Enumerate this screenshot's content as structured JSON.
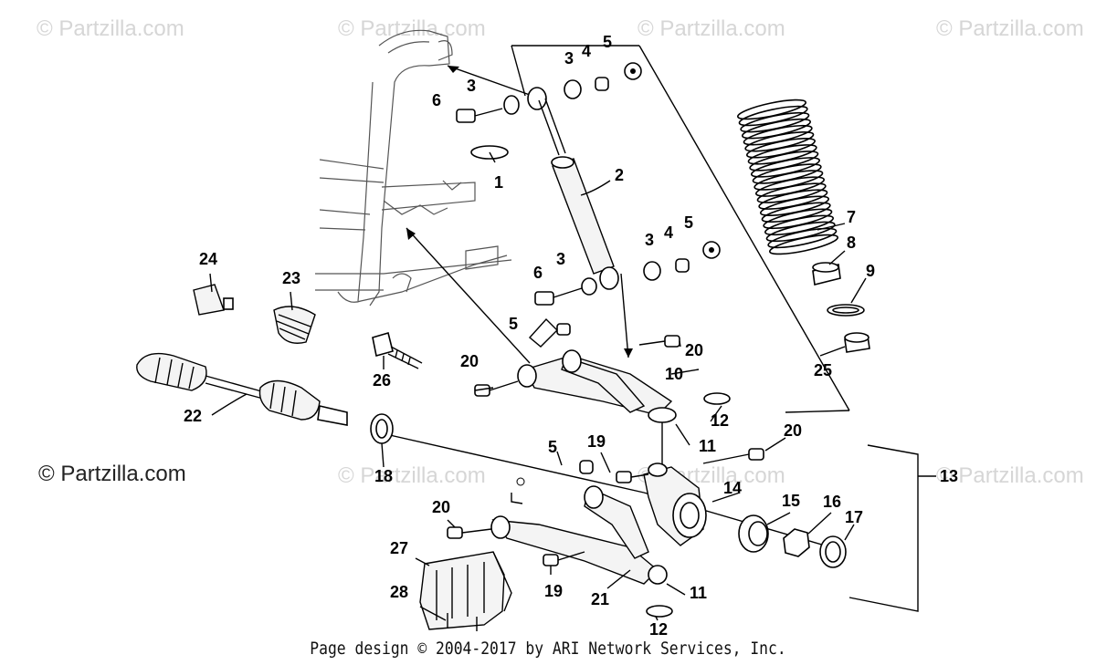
{
  "watermarks": [
    "© Partzilla.com",
    "© Partzilla.com",
    "© Partzilla.com",
    "© Partzilla.com",
    "© Partzilla.com",
    "© Partzilla.com",
    "© Partzilla.com"
  ],
  "watermark_main": "© Partzilla.com",
  "footer": "Page design © 2004-2017 by ARI Network Services, Inc.",
  "callouts": [
    "1",
    "2",
    "3",
    "4",
    "5",
    "3",
    "6",
    "3",
    "4",
    "5",
    "6",
    "3",
    "5",
    "7",
    "8",
    "9",
    "25",
    "24",
    "23",
    "26",
    "22",
    "20",
    "20",
    "10",
    "12",
    "11",
    "18",
    "5",
    "19",
    "20",
    "13",
    "14",
    "15",
    "16",
    "17",
    "20",
    "27",
    "28",
    "19",
    "21",
    "11",
    "12"
  ]
}
